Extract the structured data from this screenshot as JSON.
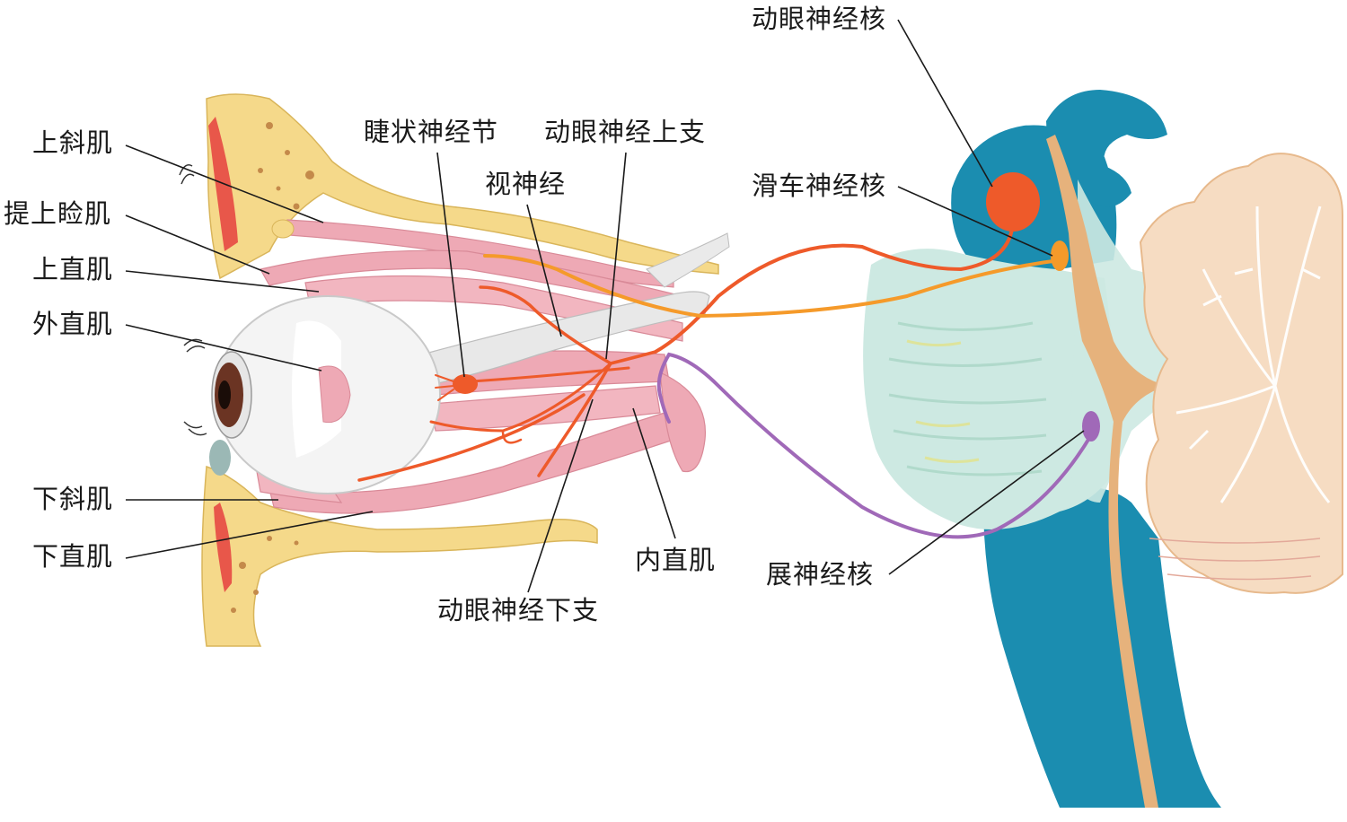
{
  "labels": {
    "superior_oblique": "上斜肌",
    "levator_palpebrae": "提上睑肌",
    "superior_rectus": "上直肌",
    "lateral_rectus": "外直肌",
    "inferior_oblique": "下斜肌",
    "inferior_rectus": "下直肌",
    "ciliary_ganglion": "睫状神经节",
    "optic_nerve": "视神经",
    "oculomotor_superior_branch": "动眼神经上支",
    "oculomotor_inferior_branch": "动眼神经下支",
    "medial_rectus": "内直肌",
    "oculomotor_nucleus": "动眼神经核",
    "trochlear_nucleus": "滑车神经核",
    "abducens_nucleus": "展神经核"
  },
  "colors": {
    "bone": "#f5d98a",
    "muscle": "#eea9b5",
    "oculomotor_nerve": "#ee5a2a",
    "trochlear_nerve": "#f59a2a",
    "abducens_nerve": "#a069b8",
    "brainstem": "#1b8db0",
    "pons": "#cde9e2",
    "cerebellum": "#f6dcc2"
  }
}
